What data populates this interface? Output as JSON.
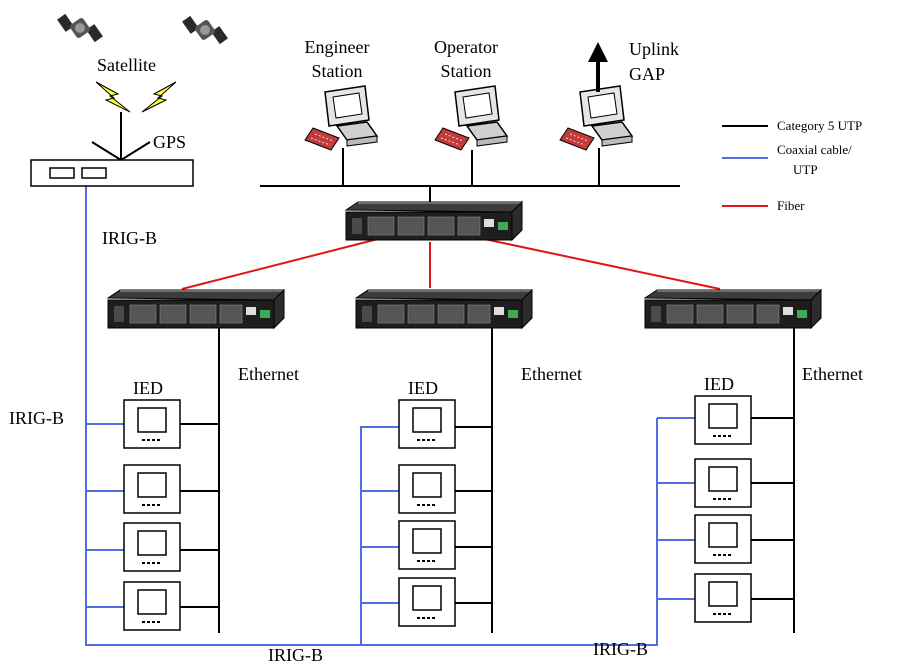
{
  "labels": {
    "satellite": "Satellite",
    "gps": "GPS",
    "engineer_station": [
      "Engineer",
      "Station"
    ],
    "operator_station": [
      "Operator",
      "Station"
    ],
    "uplink": [
      "Uplink",
      "GAP"
    ],
    "irig_b": "IRIG-B",
    "ethernet": "Ethernet",
    "ied": "IED"
  },
  "legend": [
    {
      "label": "Category 5 UTP",
      "color": "#000000"
    },
    {
      "label": "Coaxial cable/",
      "label2": "UTP",
      "color": "#4f6fe0"
    },
    {
      "label": "Fiber",
      "color": "#e01515"
    }
  ],
  "icons": {
    "satellite": "satellite-icon",
    "lightning": "lightning-icon",
    "gps_receiver": "gps-receiver-icon",
    "workstation": "workstation-icon",
    "uplink_arrow": "uplink-arrow-icon",
    "switch": "switch-icon",
    "ied": "ied-icon"
  }
}
